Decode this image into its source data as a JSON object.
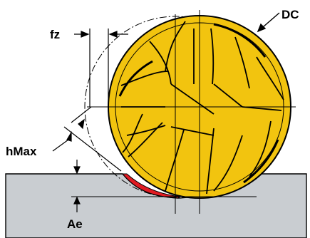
{
  "labels": {
    "fz": "fz",
    "dc": "DC",
    "hmax": "hMax",
    "ae": "Ae"
  },
  "colors": {
    "cutter_fill": "#f2c40f",
    "workpiece_fill": "#c9cdd1",
    "chip_fill": "#e11b22",
    "line": "#000000"
  }
}
